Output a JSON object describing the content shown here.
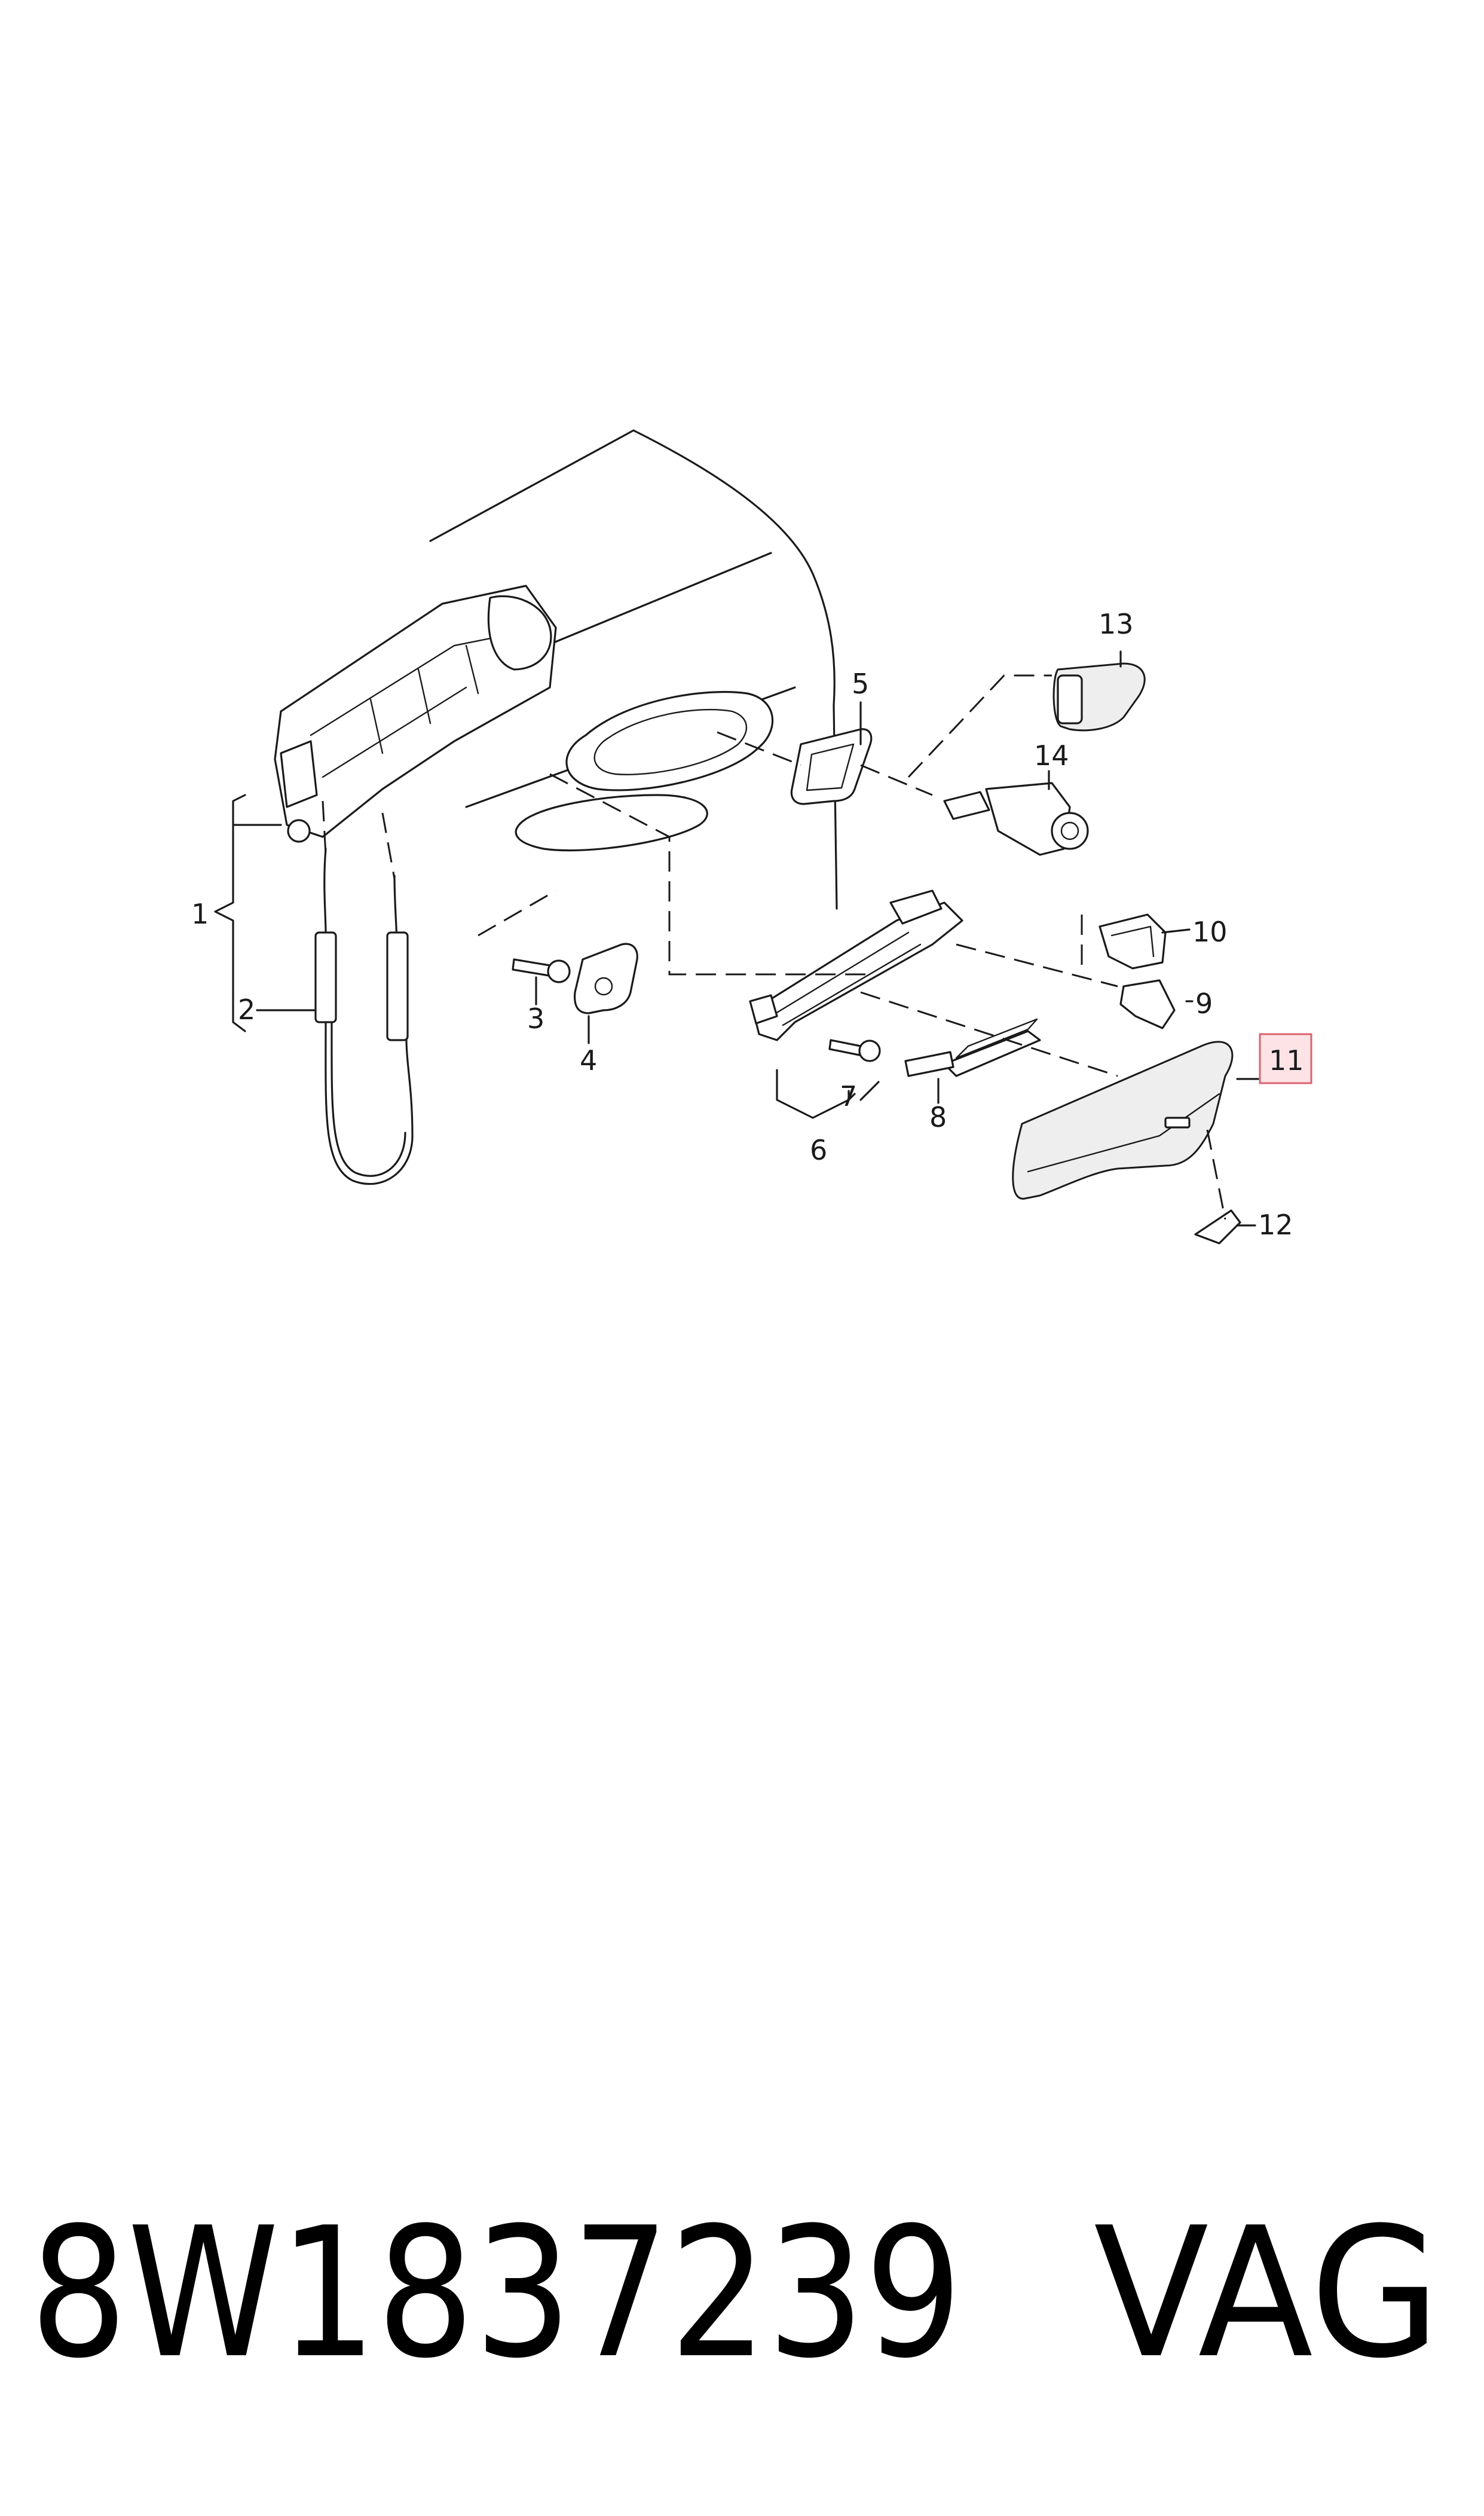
{
  "callouts": [
    "1",
    "2",
    "3",
    "4",
    "5",
    "6",
    "7",
    "8",
    "9",
    "10",
    "11",
    "12",
    "13",
    "14"
  ],
  "highlighted_callout": "11",
  "footer": {
    "part_number": "8W1837239",
    "brand": "VAG"
  },
  "colors": {
    "line": "#1a1a1a",
    "highlight_fill": "#fde3e6",
    "highlight_border": "#d9636e"
  }
}
